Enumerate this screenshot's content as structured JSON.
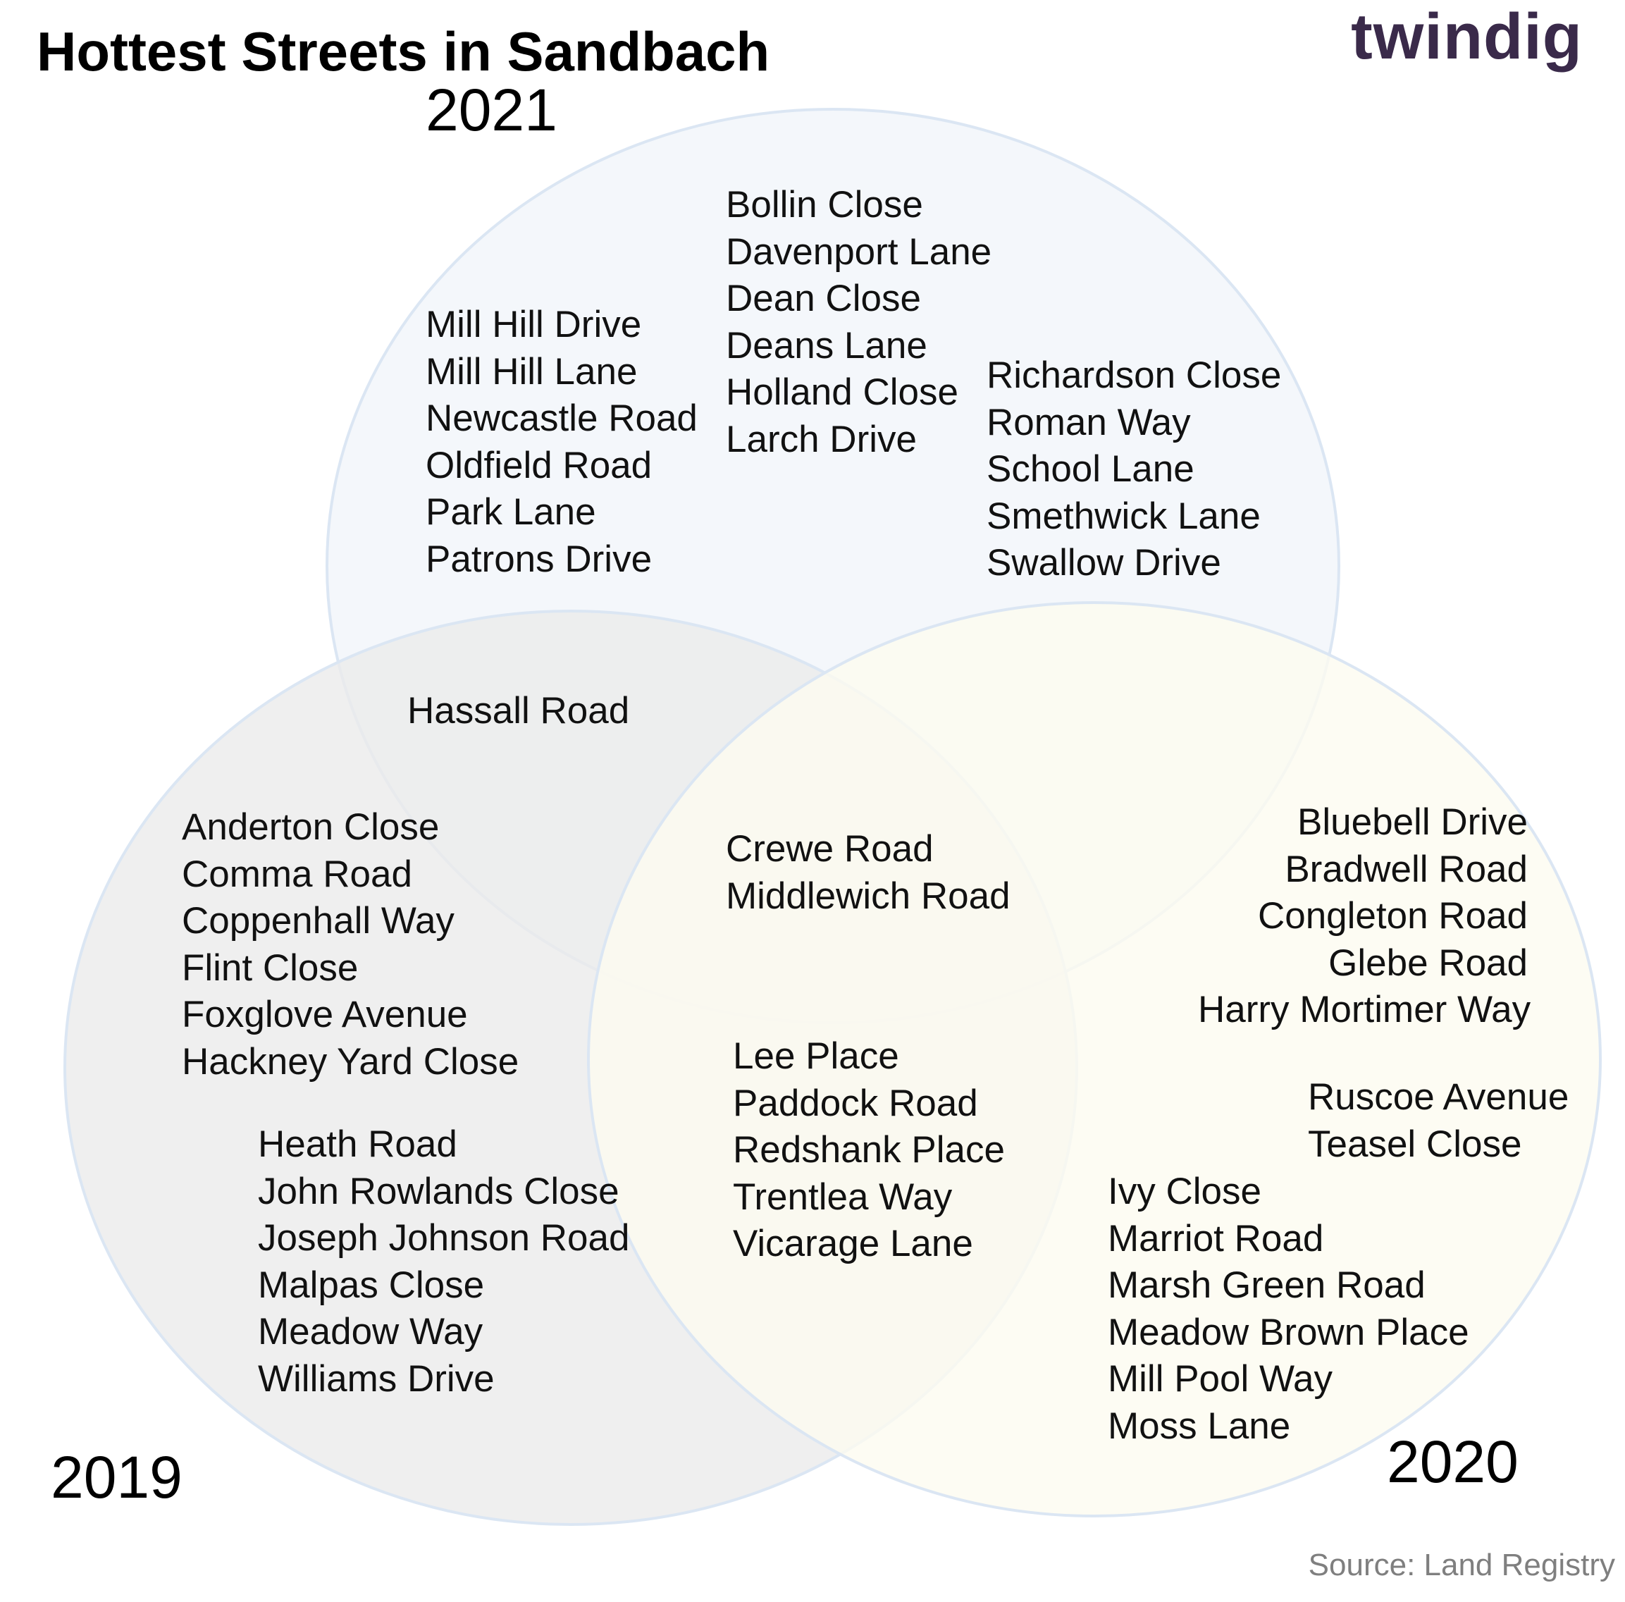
{
  "title": "Hottest Streets in Sandbach",
  "brand": "twindig",
  "source": "Source: Land Registry",
  "colors": {
    "circle_2021": "#f4f7fb",
    "circle_2019": "#ebebeb",
    "circle_2020": "#fdfbf0",
    "outline": "#dbe6f3",
    "brand_text": "#3a2a4a",
    "brand_accent": "#f5a11c"
  },
  "sets": [
    {
      "label": "2021"
    },
    {
      "label": "2019"
    },
    {
      "label": "2020"
    }
  ],
  "regions": {
    "only_2021": {
      "left": [
        "Mill Hill Drive",
        "Mill Hill Lane",
        "Newcastle Road",
        "Oldfield Road",
        "Park Lane",
        "Patrons Drive"
      ],
      "middle": [
        "Bollin Close",
        "Davenport Lane",
        "Dean Close",
        "Deans Lane",
        "Holland Close",
        "Larch Drive"
      ],
      "right": [
        "Richardson Close",
        "Roman Way",
        "School Lane",
        "Smethwick Lane",
        "Swallow Drive"
      ]
    },
    "2019_and_2021": [
      "Hassall Road"
    ],
    "all_three": [
      "Crewe Road",
      "Middlewich Road"
    ],
    "2019_and_2020": [
      "Lee Place",
      "Paddock Road",
      "Redshank Place",
      "Trentlea Way",
      "Vicarage Lane"
    ],
    "only_2019": {
      "upper": [
        "Anderton Close",
        "Comma Road",
        "Coppenhall Way",
        "Flint Close",
        "Foxglove Avenue",
        "Hackney Yard Close"
      ],
      "lower": [
        "Heath Road",
        "John Rowlands Close",
        "Joseph Johnson Road",
        "Malpas Close",
        "Meadow Way",
        "Williams Drive"
      ]
    },
    "only_2020": {
      "upper": [
        "Bluebell Drive",
        "Bradwell Road",
        "Congleton Road",
        "Glebe Road",
        "Harry Mortimer Way"
      ],
      "middle": [
        "Ruscoe Avenue",
        "Teasel Close"
      ],
      "lower": [
        "Ivy Close",
        "Marriot Road",
        "Marsh Green Road",
        "Meadow Brown Place",
        "Mill Pool Way",
        "Moss Lane"
      ]
    }
  }
}
